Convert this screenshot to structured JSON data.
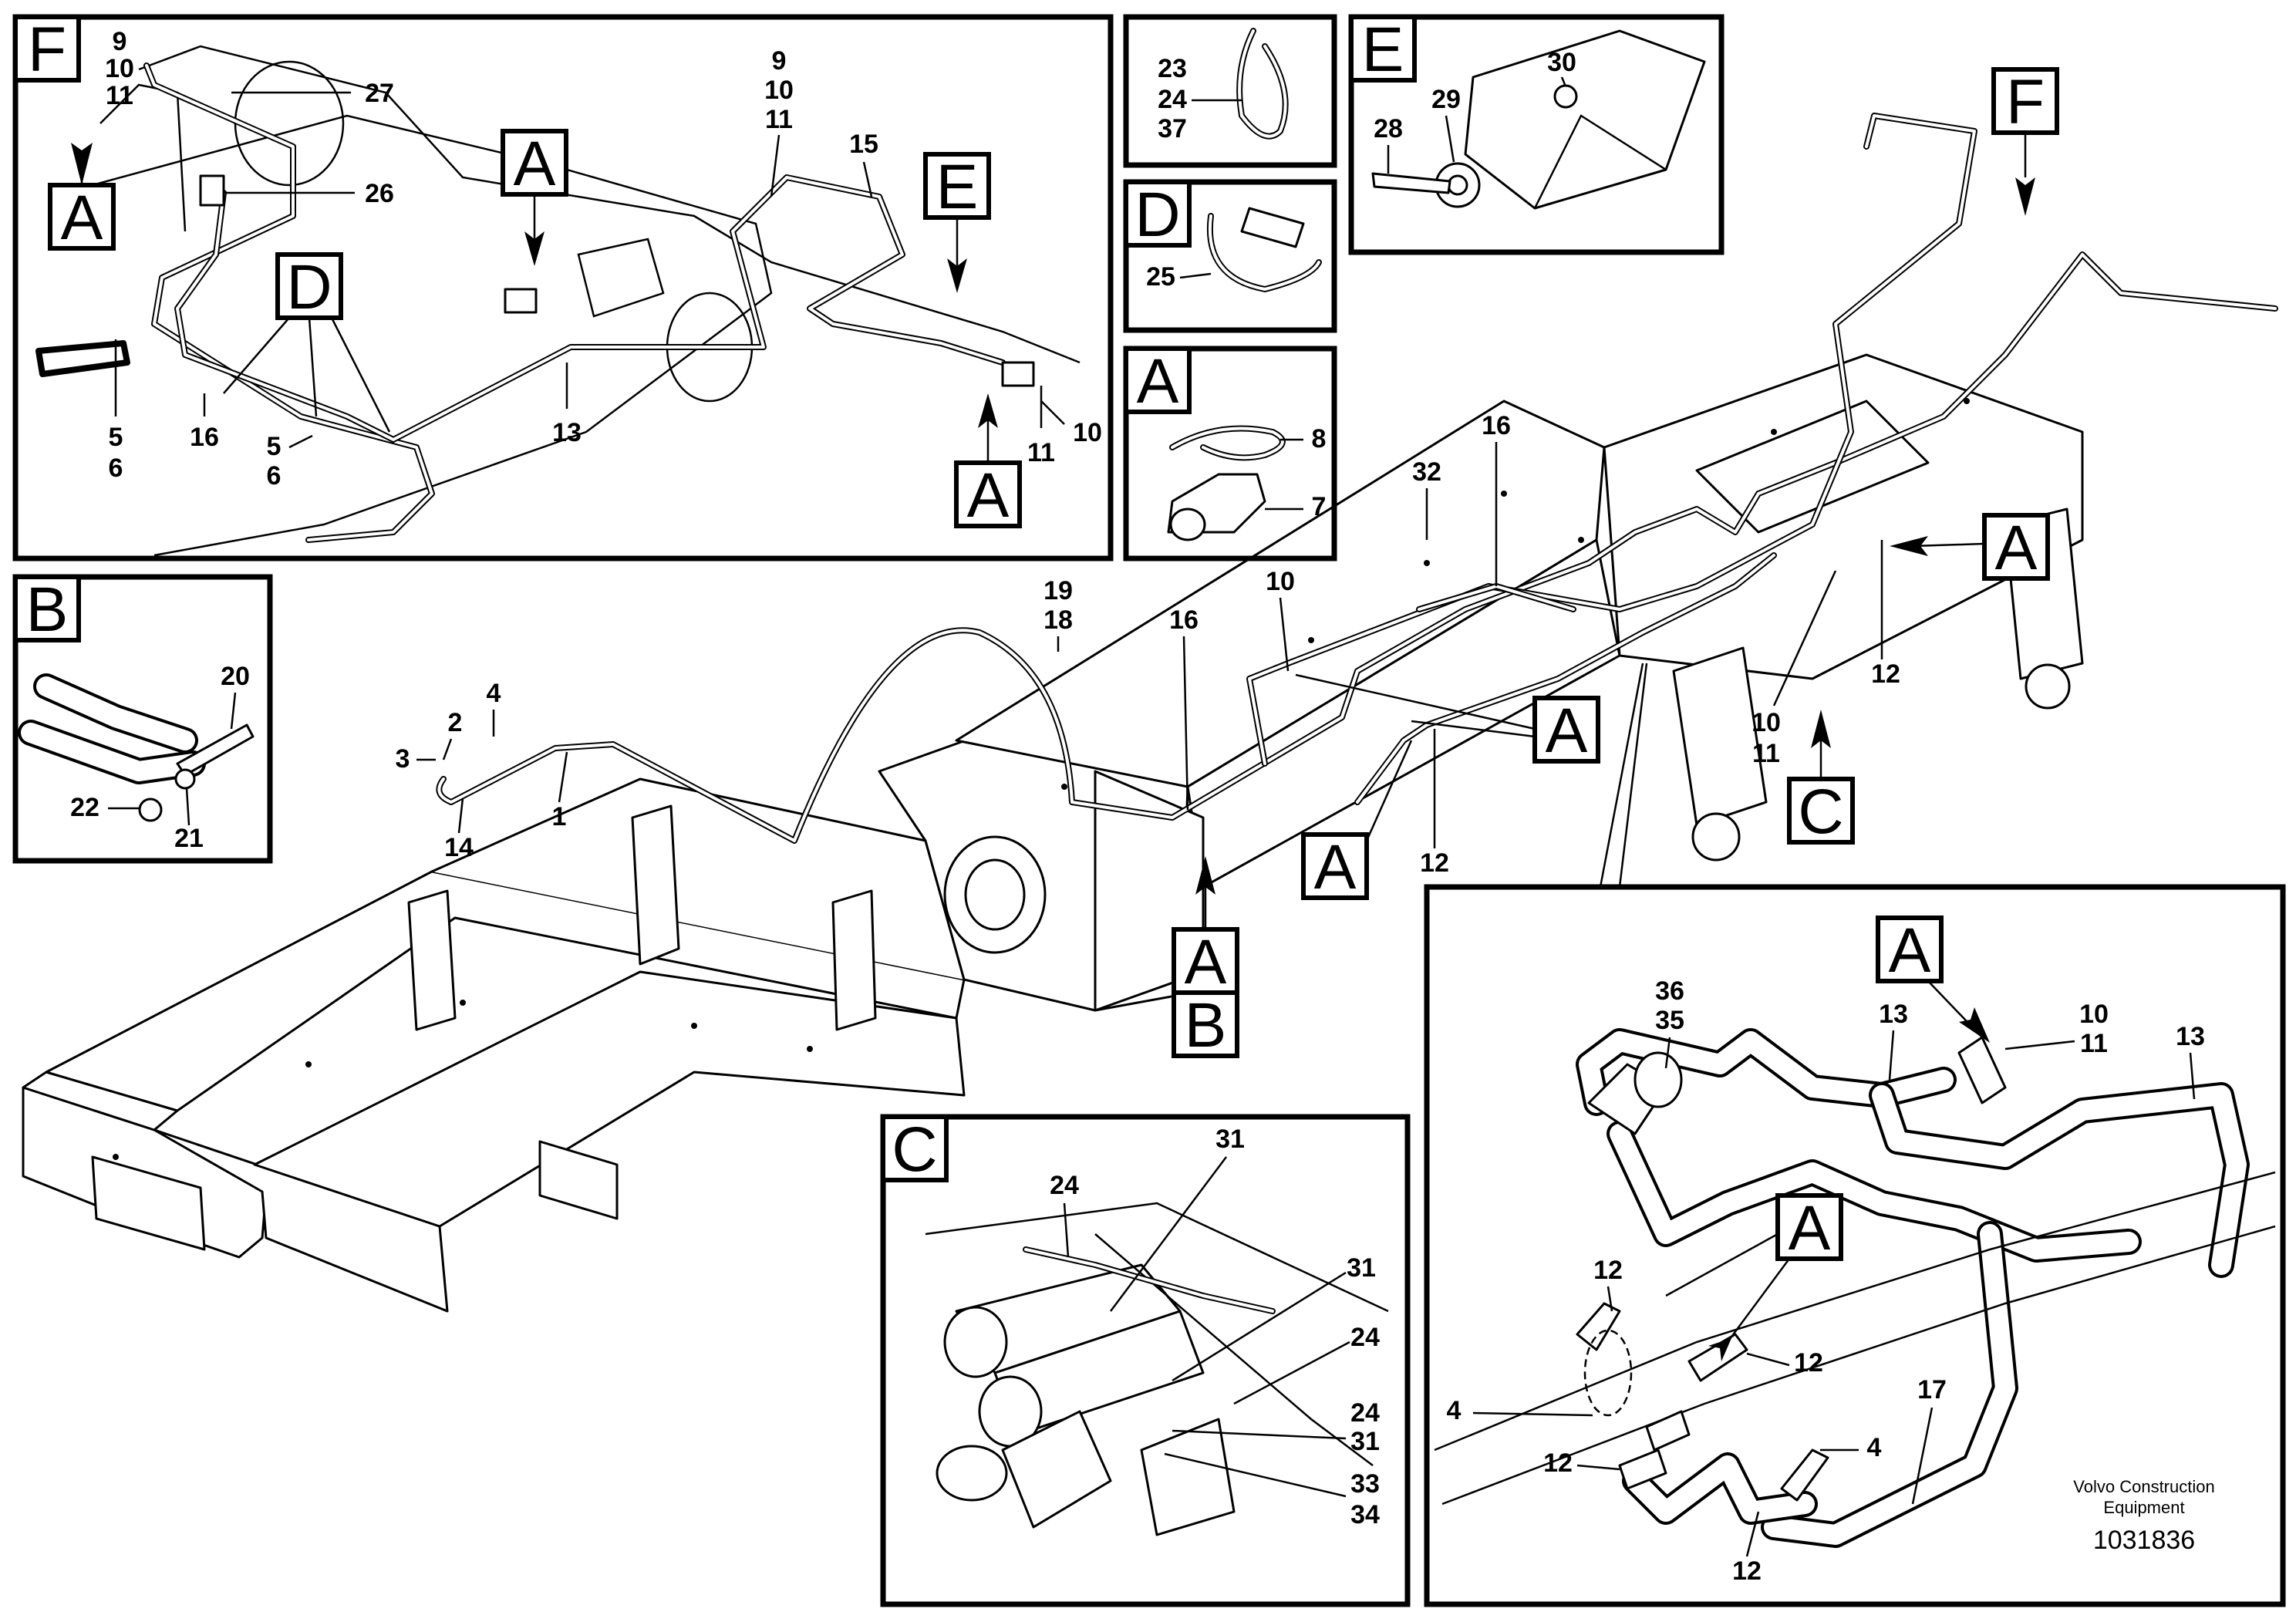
{
  "credit": {
    "line1": "Volvo Construction",
    "line2": "Equipment",
    "part_number": "1031836"
  },
  "detail_boxes": {
    "F": "F",
    "B": "B",
    "C": "C",
    "D": "D",
    "E": "E",
    "A": "A"
  },
  "ref_labels": {
    "A": "A",
    "B": "B",
    "C": "C",
    "E": "E",
    "F": "F",
    "D": "D"
  },
  "numbers": {
    "n1": "1",
    "n2": "2",
    "n3": "3",
    "n4": "4",
    "n5": "5",
    "n6": "6",
    "n7": "7",
    "n8": "8",
    "n9": "9",
    "n10": "10",
    "n11": "11",
    "n12": "12",
    "n13": "13",
    "n14": "14",
    "n15": "15",
    "n16": "16",
    "n17": "17",
    "n18": "18",
    "n19": "19",
    "n20": "20",
    "n21": "21",
    "n22": "22",
    "n23": "23",
    "n24": "24",
    "n25": "25",
    "n26": "26",
    "n27": "27",
    "n28": "28",
    "n29": "29",
    "n30": "30",
    "n31": "31",
    "n32": "32",
    "n33": "33",
    "n34": "34",
    "n35": "35",
    "n36": "36",
    "n37": "37"
  }
}
